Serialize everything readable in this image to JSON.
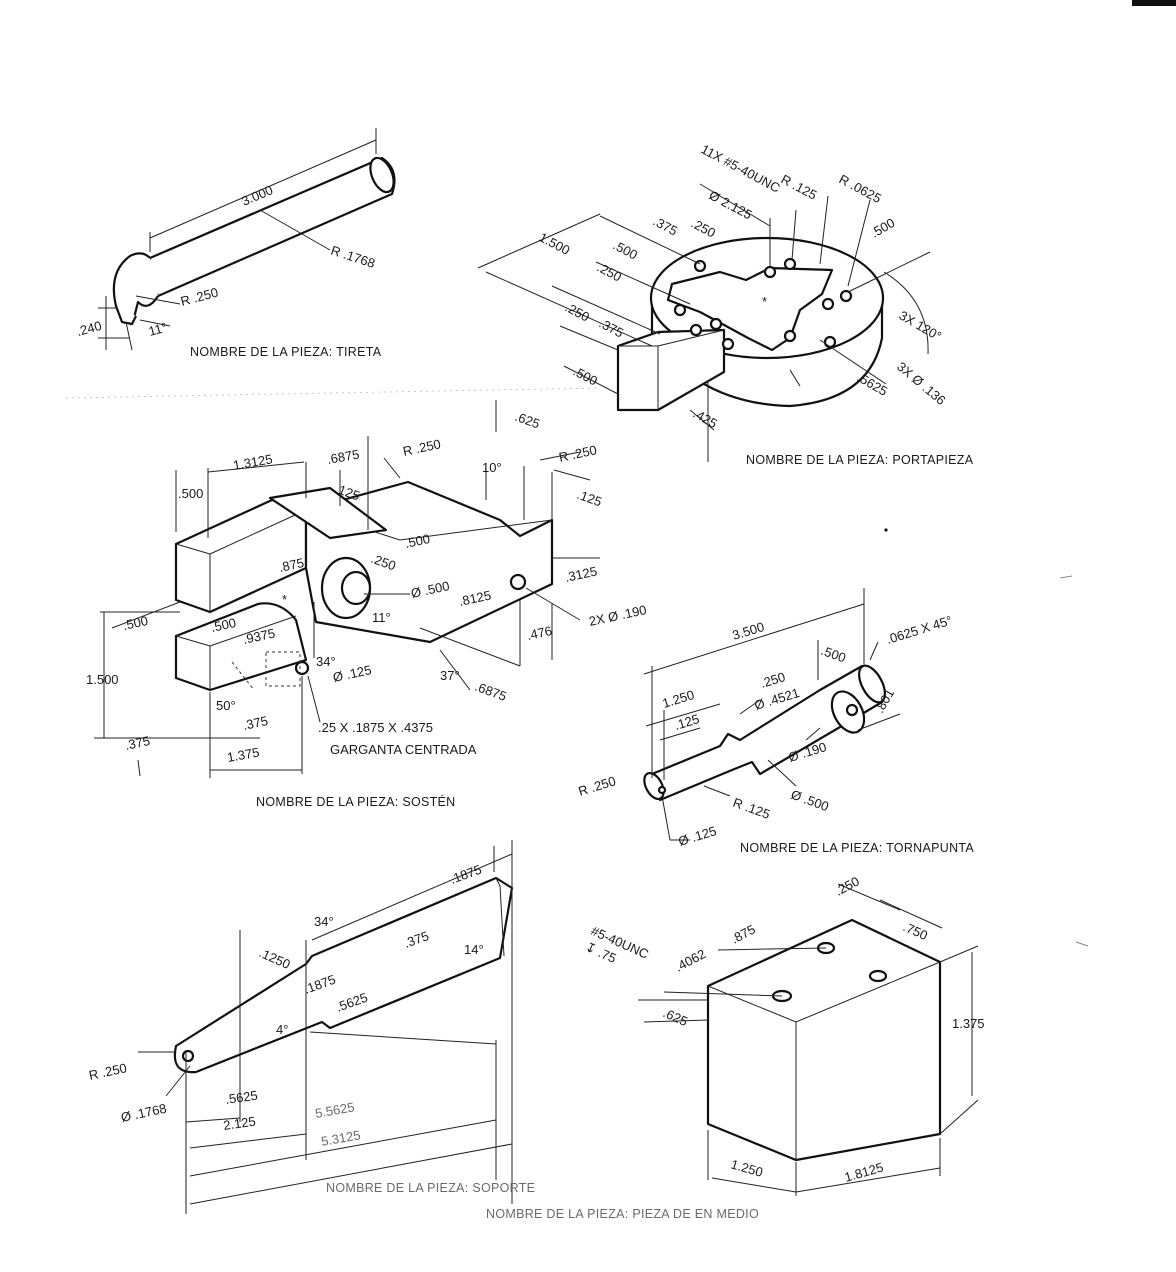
{
  "parts": {
    "tireta": {
      "caption": "NOMBRE DE LA PIEZA: TIRETA",
      "dims": {
        "length": "3.000",
        "radius_bar": "R .1768",
        "radius_end": "R .250",
        "height": ".240",
        "angle": "11°"
      }
    },
    "portapieza": {
      "caption": "NOMBRE DE LA PIEZA: PORTAPIEZA",
      "dims": {
        "thread": "11X #5-40UNC",
        "r125": "R .125",
        "r0625": "R .0625",
        "dia2125": "Ø 2.125",
        "d1500": "1.500",
        "d375a": ".375",
        "d250a": ".250",
        "d500a": ".500",
        "d250b": ".250",
        "d500r": ".500",
        "d250c": ".250",
        "d375b": ".375",
        "d500b": ".500",
        "d425": ".425",
        "d5625": ".5625",
        "ang120": "3X 120°",
        "holes136": "3X Ø .136"
      }
    },
    "soston": {
      "caption": "NOMBRE DE LA PIEZA: SOSTÉN",
      "dims": {
        "d500t": ".500",
        "d13125": "1.3125",
        "d6875": ".6875",
        "d125a": ".125",
        "r250a": "R .250",
        "ang10": "10°",
        "d625": ".625",
        "r250b": "R .250",
        "d125b": ".125",
        "d250": ".250",
        "d500m": ".500",
        "d875": ".875",
        "dia500": "Ø .500",
        "d8125": ".8125",
        "d3125": ".3125",
        "holes190": "2X Ø .190",
        "d476": ".476",
        "ang11": "11°",
        "d500l": ".500",
        "d500s": ".500",
        "d9375": ".9375",
        "ang34": "34°",
        "dia125": "Ø .125",
        "ang37": "37°",
        "d6875b": ".6875",
        "d1500": "1.500",
        "ang50": "50°",
        "d375a": ".375",
        "d375b": ".375",
        "d1375": "1.375",
        "groove1": ".25 X .1875 X .4375",
        "groove2": "GARGANTA CENTRADA"
      }
    },
    "tornapunta": {
      "caption": "NOMBRE DE LA PIEZA: TORNAPUNTA",
      "dims": {
        "d3500": "3.500",
        "d500": ".500",
        "chamfer": ".0625 X 45°",
        "d1250": "1.250",
        "d250": ".250",
        "dia4521": "Ø .4521",
        "d125": ".125",
        "d801": ".801",
        "dia190": "Ø .190",
        "r250": "R .250",
        "r125": "R .125",
        "dia500": "Ø .500",
        "dia125": "Ø .125"
      }
    },
    "soporte": {
      "caption": "NOMBRE DE LA PIEZA: SOPORTE",
      "dims": {
        "d1875a": ".1875",
        "ang34": "34°",
        "d1250": ".1250",
        "d375": ".375",
        "ang14": "14°",
        "d1875b": ".1875",
        "d5625a": ".5625",
        "ang4": "4°",
        "r250": "R .250",
        "dia1768": "Ø .1768",
        "d5625b": ".5625",
        "d2125": "2.125",
        "d5625c": "5.5625",
        "d53125": "5.3125"
      }
    },
    "pieza_enmedio": {
      "caption": "NOMBRE DE LA PIEZA: PIEZA DE EN MEDIO",
      "dims": {
        "d250": ".250",
        "thread": "#5-40UNC",
        "depth": "↧ .75",
        "d875": ".875",
        "d4062": ".4062",
        "d750": ".750",
        "d625": ".625",
        "d1375": "1.375",
        "d1250": "1.250",
        "d18125": "1.8125"
      }
    }
  }
}
